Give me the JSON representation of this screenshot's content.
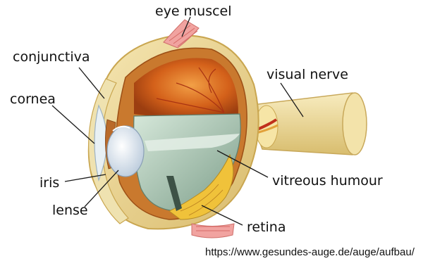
{
  "labels": {
    "eye_muscel": "eye muscel",
    "conjunctiva": "conjunctiva",
    "cornea": "cornea",
    "visual_nerve": "visual nerve",
    "iris": "iris",
    "lense": "lense",
    "vitreous_humour": "vitreous humour",
    "retina": "retina"
  },
  "source_url": "https://www.gesundes-auge.de/auge/aufbau/",
  "colors": {
    "sclera": "#f1dfa0",
    "sclera_shadow": "#d8b968",
    "choroid": "#c9792e",
    "fundus": "#d4611a",
    "fundus_light": "#ef9a3c",
    "vitreous": "#b6d3bf",
    "vitreous_dark": "#6f8f7d",
    "lens": "#dfe8f2",
    "cornea": "#e8f0f4",
    "nerve": "#efdd9c",
    "muscle": "#f1a3a0",
    "retina_yellow": "#f0c23a"
  }
}
